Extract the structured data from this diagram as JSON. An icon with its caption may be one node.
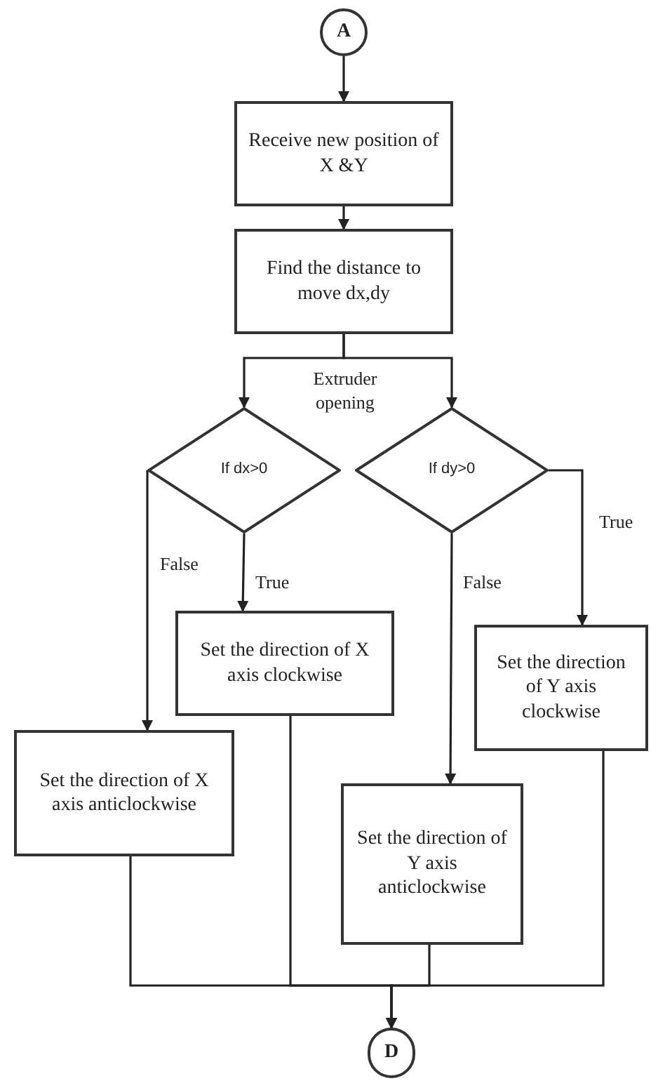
{
  "diagram": {
    "nodes": [
      {
        "text": [
          "A"
        ]
      },
      {
        "text": [
          "Receive new position of X &Y"
        ]
      },
      {
        "text": [
          "Find the distance to move dx,dy"
        ]
      },
      {
        "text": [
          "If dx>0"
        ]
      },
      {
        "text": [
          "If dy>0"
        ]
      },
      {
        "text": [
          "Set the direction of X axis clockwise"
        ]
      },
      {
        "text": [
          "Set the direction of X axis anticlockwise"
        ]
      },
      {
        "text": [
          "Set the direction of Y axis clockwise"
        ]
      },
      {
        "text": [
          "Set the direction of Y axis anticlockwise"
        ]
      },
      {
        "text": [
          "D"
        ]
      }
    ],
    "edges": [
      {
        "from": 0,
        "to": 1,
        "arrow": "to"
      },
      {
        "from": 1,
        "to": 2,
        "arrow": "to"
      },
      {
        "from": 2,
        "to": 3,
        "arrow": "to"
      },
      {
        "from": 2,
        "to": 4,
        "arrow": "to"
      },
      {
        "from": 3,
        "to": 6,
        "arrow": "to",
        "label": "False"
      },
      {
        "from": 3,
        "to": 5,
        "arrow": "to",
        "label": "True"
      },
      {
        "from": 4,
        "to": 8,
        "arrow": "to",
        "label": "False"
      },
      {
        "from": 4,
        "to": 7,
        "arrow": "to",
        "label": "True"
      },
      {
        "from": 6,
        "to": 9,
        "arrow": "to"
      },
      {
        "from": 5,
        "to": 9,
        "arrow": "to"
      },
      {
        "from": 8,
        "to": 9,
        "arrow": "to"
      },
      {
        "from": 7,
        "to": 9,
        "arrow": "to"
      }
    ],
    "labels": [
      "Extruder opening"
    ]
  }
}
